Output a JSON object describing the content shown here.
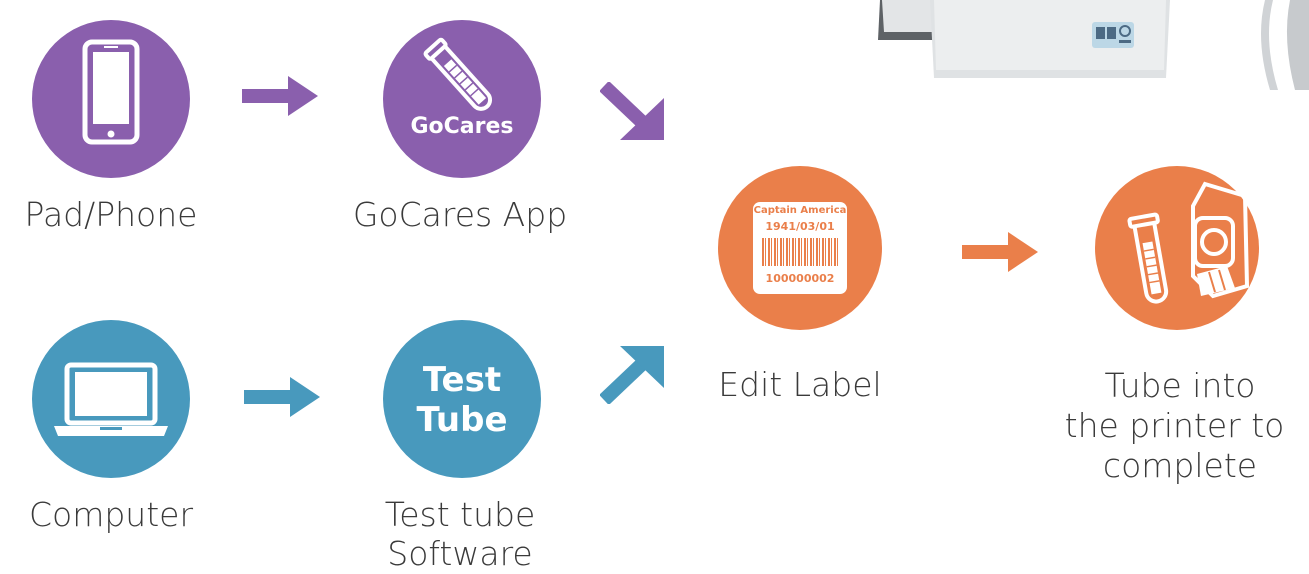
{
  "colors": {
    "purple": "#8a5fad",
    "blue": "#4899bd",
    "orange": "#ea7f4a",
    "text": "#3a3a3a"
  },
  "nodes": {
    "pad_phone": {
      "caption": "Pad/Phone",
      "icon": "smartphone-icon"
    },
    "gocares_app": {
      "caption": "GoCares App",
      "icon_text": "GoCares",
      "icon": "test-tube-icon"
    },
    "computer": {
      "caption": "Computer",
      "icon": "laptop-icon"
    },
    "test_tube_software": {
      "caption_line1": "Test tube",
      "caption_line2": "Software",
      "icon_line1": "Test",
      "icon_line2": "Tube"
    },
    "edit_label": {
      "caption": "Edit Label",
      "label_name": "Captain America",
      "label_date": "1941/03/01",
      "label_number": "100000002",
      "icon": "barcode-label-icon"
    },
    "tube_printer": {
      "caption_line1": "Tube into",
      "caption_line2": "the printer to",
      "caption_line3": "complete",
      "icon": "tube-printer-icon"
    }
  }
}
